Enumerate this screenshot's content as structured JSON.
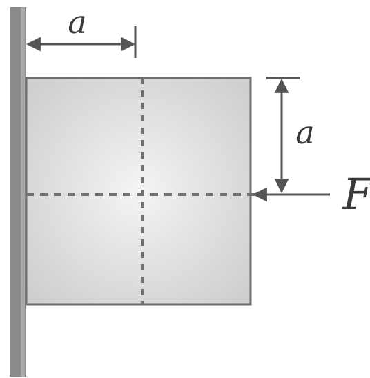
{
  "labels": {
    "horizontal_dimension": "a",
    "vertical_dimension": "a",
    "force": "F"
  },
  "colors": {
    "wall": "#8a8a8a",
    "plate_edge": "#6e6e6e",
    "plate_fill_center": "#f4f4f4",
    "plate_fill_edge": "#cfcfcf",
    "centerline": "#707070",
    "arrow": "#555555",
    "text": "#3a3a3a"
  }
}
